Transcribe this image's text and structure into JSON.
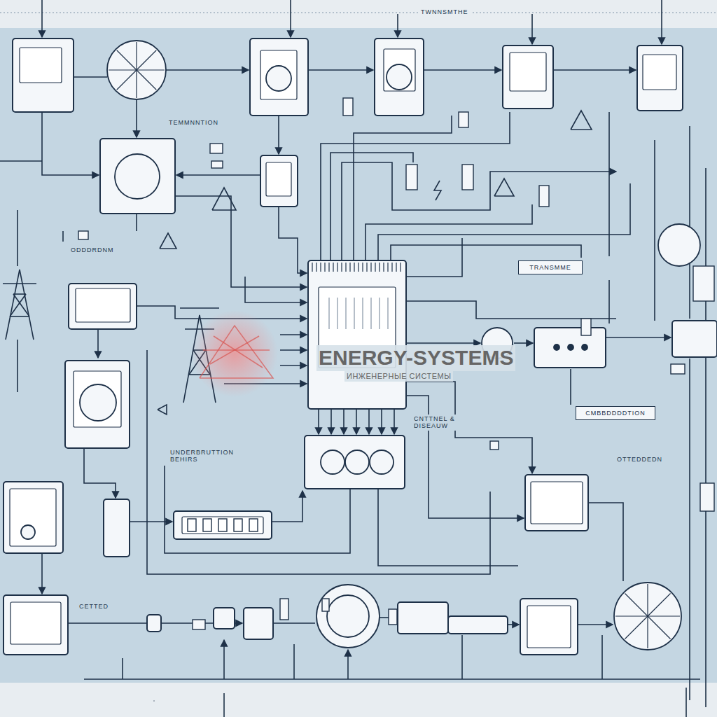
{
  "diagram": {
    "nodes": [
      {
        "text": [
          "TRANSMME"
        ]
      },
      {
        "text": [
          "CMBBDDDDTION"
        ]
      }
    ],
    "labels": [
      "TWNNSMTHE",
      "TEMMNNTION",
      "ODDDRDNM",
      "ENERGY-SYSTEMS",
      "ИНЖЕНЕРНЫЕ СИСТЕМЫ",
      "CNTTNEL & DISEAUW",
      "UNDERBRUTTION BEHIRS",
      "OTTEDDEDN",
      "CETTED"
    ]
  }
}
